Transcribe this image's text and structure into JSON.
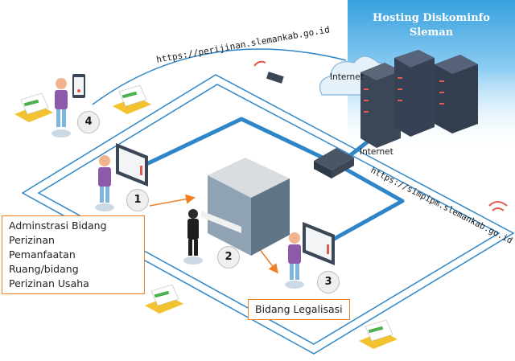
{
  "hosting": {
    "title_line1": "Hosting Diskominfo",
    "title_line2": "Sleman"
  },
  "labels": {
    "internet_cloud": "Internet",
    "internet_switch": "Internet",
    "url_perijinan": "https://perijinan.slemankab.go.id",
    "url_simpipm": "https://simpipm.slemankab.go.id"
  },
  "boxes": {
    "admin_line1": "Adminstrasi Bidang Perizinan",
    "admin_line2": "Pemanfaatan Ruang/bidang",
    "admin_line3": "Perizinan Usaha",
    "legalisasi": "Bidang Legalisasi"
  },
  "steps": [
    "1",
    "2",
    "3",
    "4"
  ],
  "colors": {
    "network_line": "#2e86c8",
    "arrow": "#f07f24",
    "hosting_bg": "#3aa3df",
    "server": "#3b4656",
    "person_shirt": "#8c5aa8"
  }
}
